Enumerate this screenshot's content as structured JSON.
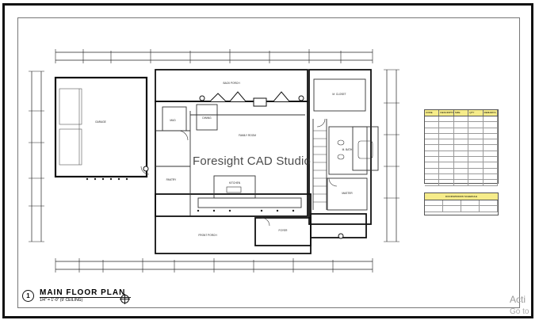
{
  "plan": {
    "watermark": "Foresight CAD Studio",
    "title": "MAIN FLOOR PLAN",
    "subtitle": "1/4\" = 1'-0\" (9' CEILING)",
    "number": "1",
    "rooms": {
      "garage": "GARAGE",
      "front_porch_top": "BACK PORCH",
      "family_room": "FAMILY ROOM",
      "front_porch": "FRONT PORCH",
      "foyer": "FOYER",
      "master_bed": "MASTER",
      "master_bath": "M. BATH",
      "closet": "M. CLOSET",
      "mud": "MUD",
      "pantry": "PANTRY",
      "dining": "DINING",
      "kitchen": "KITCHEN"
    }
  },
  "schedule_table": {
    "headers": [
      "CODE",
      "DESCRIPTION",
      "SIZE",
      "QTY",
      "REMARKS"
    ]
  },
  "schedule_table2": {
    "title": "DOOR/WINDOW SCHEDULE"
  },
  "os_notice": {
    "activate": "Acti",
    "goto": "Go to"
  },
  "colors": {
    "schedule_header": "#f6ec8a",
    "frame": "#111111",
    "line": "#222222"
  }
}
